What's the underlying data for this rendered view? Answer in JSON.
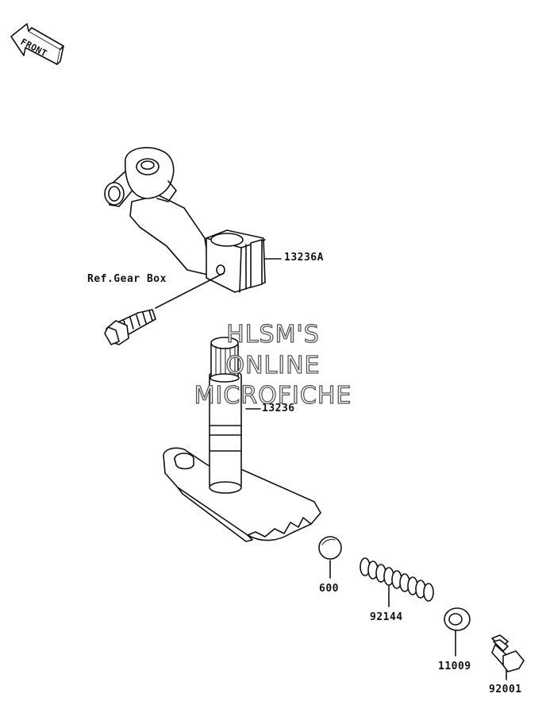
{
  "callouts": {
    "front": "FRONT",
    "shift_lever": "13236A",
    "ref_gear_box": "Ref.Gear Box",
    "shift_shaft": "13236",
    "ball": "600",
    "spring": "92144",
    "washer": "11009",
    "plug_bolt": "92001"
  },
  "watermark": {
    "line1": "HLSM'S",
    "line2": "ONLINE",
    "line3": "MICROFICHE"
  }
}
